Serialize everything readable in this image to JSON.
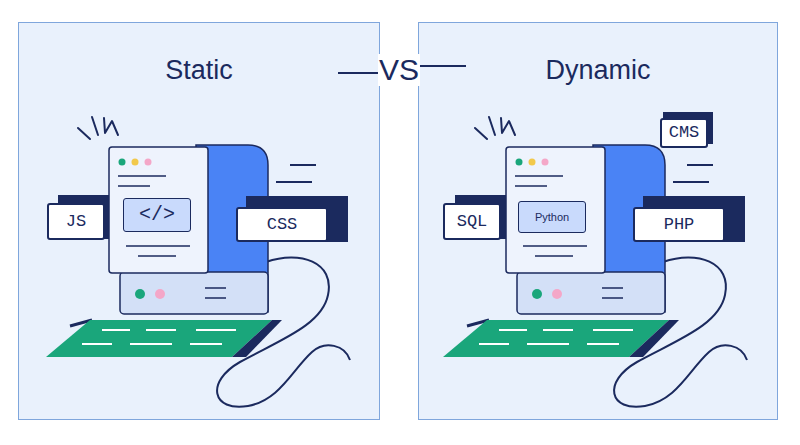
{
  "diagram": {
    "nodes": [
      {
        "text": [
          "Static"
        ]
      },
      {
        "text": [
          "JS"
        ],
        "in": 0
      },
      {
        "text": [
          "</>"
        ],
        "in": 0
      },
      {
        "text": [
          "CSS"
        ],
        "in": 0
      },
      {
        "text": [
          "Dynamic"
        ]
      },
      {
        "text": [
          "CMS"
        ],
        "in": 4
      },
      {
        "text": [
          "SQL"
        ],
        "in": 4
      },
      {
        "text": [
          "Python"
        ],
        "in": 4
      },
      {
        "text": [
          "PHP"
        ],
        "in": 4
      }
    ],
    "edges": [
      {
        "from": 0,
        "to": 4,
        "arrow": "none",
        "label": "VS"
      }
    ]
  }
}
